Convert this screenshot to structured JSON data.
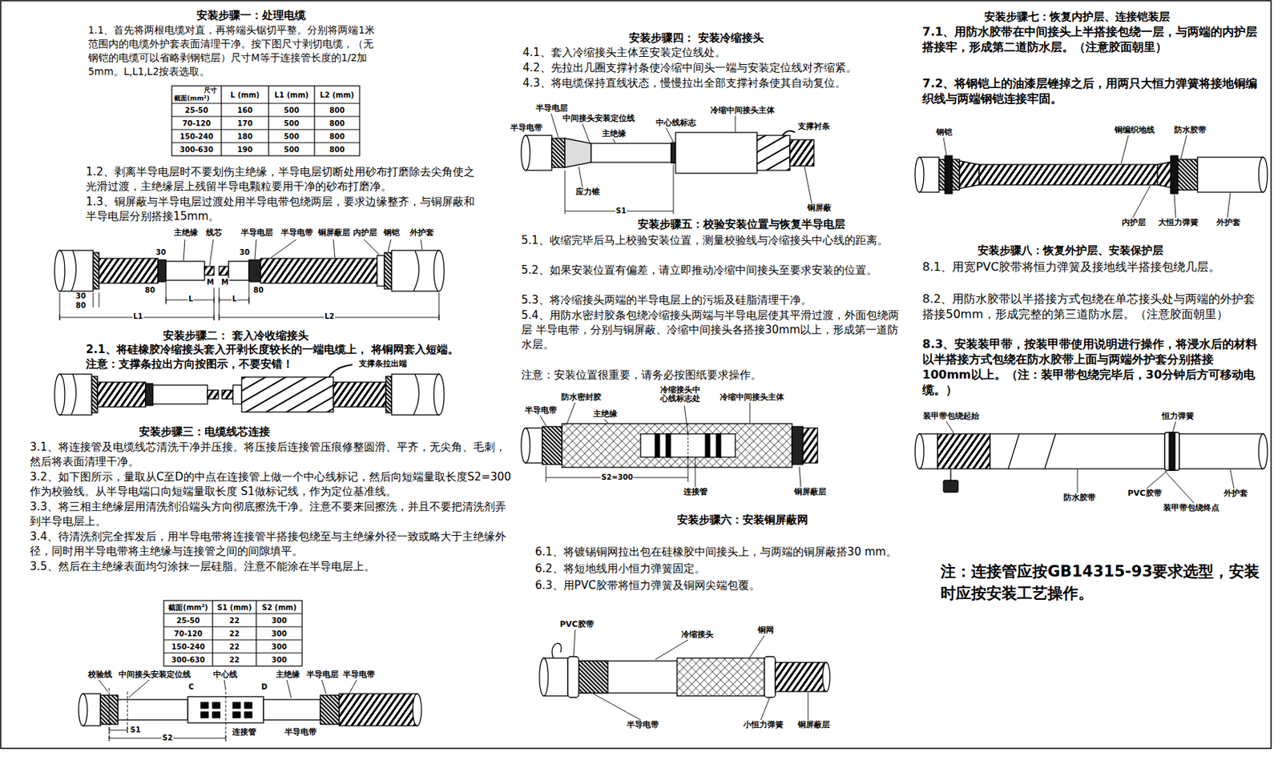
{
  "diagram": {
    "labels": [
      "安装步骤一：处理电缆",
      "1.1、首先将两根电缆对直，再将端头锯切平整。分别将两端1米范围内的电缆外护套表面清理干净。按下图尺寸剥切电缆，（无钢铠的电缆可以省略剥钢铠层）尺寸M等于连接管长度的1/2加5mm。L,L1,L2按表选取。",
      "尺寸",
      "截面(mm²)",
      "L (mm)",
      "L1 (mm)",
      "L2 (mm)",
      "25-50",
      "160",
      "500",
      "800",
      "70-120",
      "170",
      "500",
      "800",
      "150-240",
      "180",
      "500",
      "800",
      "300-630",
      "190",
      "500",
      "800",
      "1.2、剥离半导电层时不要划伤主绝缘，半导电层切断处用砂布打磨除去尖角使之光滑过渡，主绝缘层上残留半导电颗粒要用干净的砂布打磨净。",
      "1.3、铜屏蔽与半导电层过渡处用半导电带包绕两层，要求边缘整齐，与铜屏蔽和半导电层分别搭接15mm。",
      "主绝缘",
      "线芯",
      "半导电层",
      "半导电带",
      "铜屏蔽层",
      "内护层",
      "钢铠",
      "外护套",
      "30",
      "80",
      "L",
      "M",
      "M",
      "80",
      "30",
      "L",
      "30",
      "80",
      "L1",
      "L2",
      "安装步骤二： 套入冷收缩接头",
      "2.1、将硅橡胶冷缩接头套入开剥长度较长的一端电缆上， 将铜网套入短端。",
      "注意：支撑条拉出方向按图示，不要安错！",
      "支撑条拉出端",
      "安装步骤三：电缆线芯连接",
      "3.1、将连接管及电缆线芯清洗干净并压接。将压接后连接管压痕修整圆滑、平齐，无尖角、毛刺，然后将表面清理干净。",
      "3.2、如下图所示，量取从C至D的中点在连接管上做一个中心线标记，然后向短端量取长度S2=300作为校验线。从半导电端口向短端量取长度 S1做标记线，作为定位基准线。",
      "3.3、将三相主绝缘层用清洗剂沿端头方向彻底擦洗干净。注意不要来回擦洗，并且不要把清洗剂弄到半导电层上。",
      "3.4、待清洗剂完全挥发后，用半导电带将连接管半搭接包绕至与主绝缘外径一致或略大于主绝缘外径，同时用半导电带将主绝缘与连接管之间的间隙填平。",
      "3.5、然后在主绝缘表面均匀涂抹一层硅脂。注意不能涂在半导电层上。",
      "截面(mm²)",
      "S1 (mm)",
      "S2 (mm)",
      "25-50",
      "22",
      "300",
      "70-120",
      "22",
      "300",
      "150-240",
      "22",
      "300",
      "300-630",
      "22",
      "300",
      "校验线",
      "中间接头安装定位线",
      "中心线",
      "主绝缘",
      "半导电层",
      "半导电带",
      "C",
      "D",
      "S1",
      "S2",
      "连接管",
      "半导电带",
      "安装步骤四： 安装冷缩接头",
      "4.1、套入冷缩接头主体至安装定位线处。",
      "4.2、先拉出几圈支撑衬条使冷缩中间头一端与安装定位线对齐缩紧。",
      "4.3、将电缆保持直线状态，慢慢拉出全部支撑衬条使其自动复位。",
      "半导电层",
      "半导电带",
      "中间接头安装定位线",
      "主绝缘",
      "中心线标志",
      "冷缩中间接头主体",
      "支撑衬条",
      "应力锥",
      "S1",
      "铜屏蔽",
      "安装步骤五：校验安装位置与恢复半导电层",
      "5.1、收缩完毕后马上校验安装位置，测量校验线与冷缩接头中心线的距离。",
      "5.2、如果安装位置有偏差，请立即推动冷缩中间接头至要求安装的位置。",
      "5.3、将冷缩接头两端的半导电层上的污垢及硅脂清理干净。",
      "5.4、用防水密封胶条包绕冷缩接头两端与半导电层使其平滑过渡，外面包绕两层 半导电带，分别与铜屏蔽、冷缩中间接头各搭接30mm以上，形成第一道防水层。",
      "注意：安装位置很重要，请务必按图纸要求操作。",
      "防水密封胶",
      "半导电带",
      "主绝缘",
      "冷缩接头中心线标志处",
      "冷缩中间接头主体",
      "S2=300",
      "连接管",
      "铜屏蔽层",
      "安装步骤六：安装铜屏蔽网",
      "6.1、将镀锡铜网拉出包在硅橡胶中间接头上，与两端的铜屏蔽搭30 mm。",
      "6.2、将短地线用小恒力弹簧固定。",
      "6.3、用PVC胶带将恒力弹簧及铜网尖端包覆。",
      "PVC胶带",
      "冷缩接头",
      "铜网",
      "半导电带",
      "小恒力弹簧",
      "铜屏蔽层",
      "安装步骤七：恢复内护层、连接铠装层",
      "7.1、用防水胶带在中间接头上半搭接包绕一层，与两端的内护层搭接牢，形成第二道防水层。（注意胶面朝里）",
      "7.2、将钢铠上的油漆层锉掉之后，用两只大恒力弹簧将接地铜编织线与两端钢铠连接牢固。",
      "钢铠",
      "铜编织地线",
      "防水胶带",
      "内护层",
      "大恒力弹簧",
      "外护套",
      "安装步骤八：恢复外护层、安装保护层",
      "8.1、用宽PVC胶带将恒力弹簧及接地线半搭接包绕几层。",
      "8.2、用防水胶带以半搭接方式包绕在单芯接头处与两端的外护套搭接50mm，形成完整的第三道防水层。（注意胶面朝里）",
      "8.3、安装装甲带，按装甲带使用说明进行操作，将浸水后的材料以半搭接方式包绕在防水胶带上面与两端外护套分别搭接100mm以上。（注：装甲带包绕完毕后，30分钟后方可移动电缆。）",
      "装甲带包绕起始",
      "恒力弹簧",
      "防水胶带",
      "PVC胶带",
      "外护套",
      "装甲带包绕终点",
      "注：连接管应按GB14315-93要求选型，安装时应按安装工艺操作。"
    ]
  }
}
